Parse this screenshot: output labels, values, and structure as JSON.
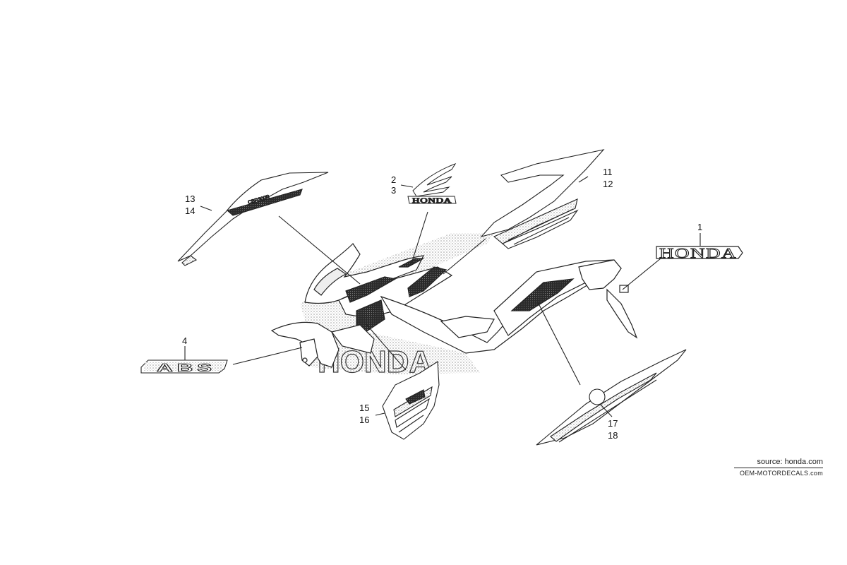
{
  "callouts": {
    "n1": "1",
    "n2": "2",
    "n3": "3",
    "n4": "4",
    "n11": "11",
    "n12": "12",
    "n13": "13",
    "n14": "14",
    "n15": "15",
    "n16": "16",
    "n17": "17",
    "n18": "18"
  },
  "decal_text": {
    "honda_large": "HONDA",
    "honda_wing": "HONDA",
    "abs": "ABS",
    "cbr_stripe": "CBR300R",
    "watermark": "HONDA"
  },
  "footer": {
    "source": "source: honda.com",
    "brand": "OEM-MOTORDECALS.com"
  }
}
